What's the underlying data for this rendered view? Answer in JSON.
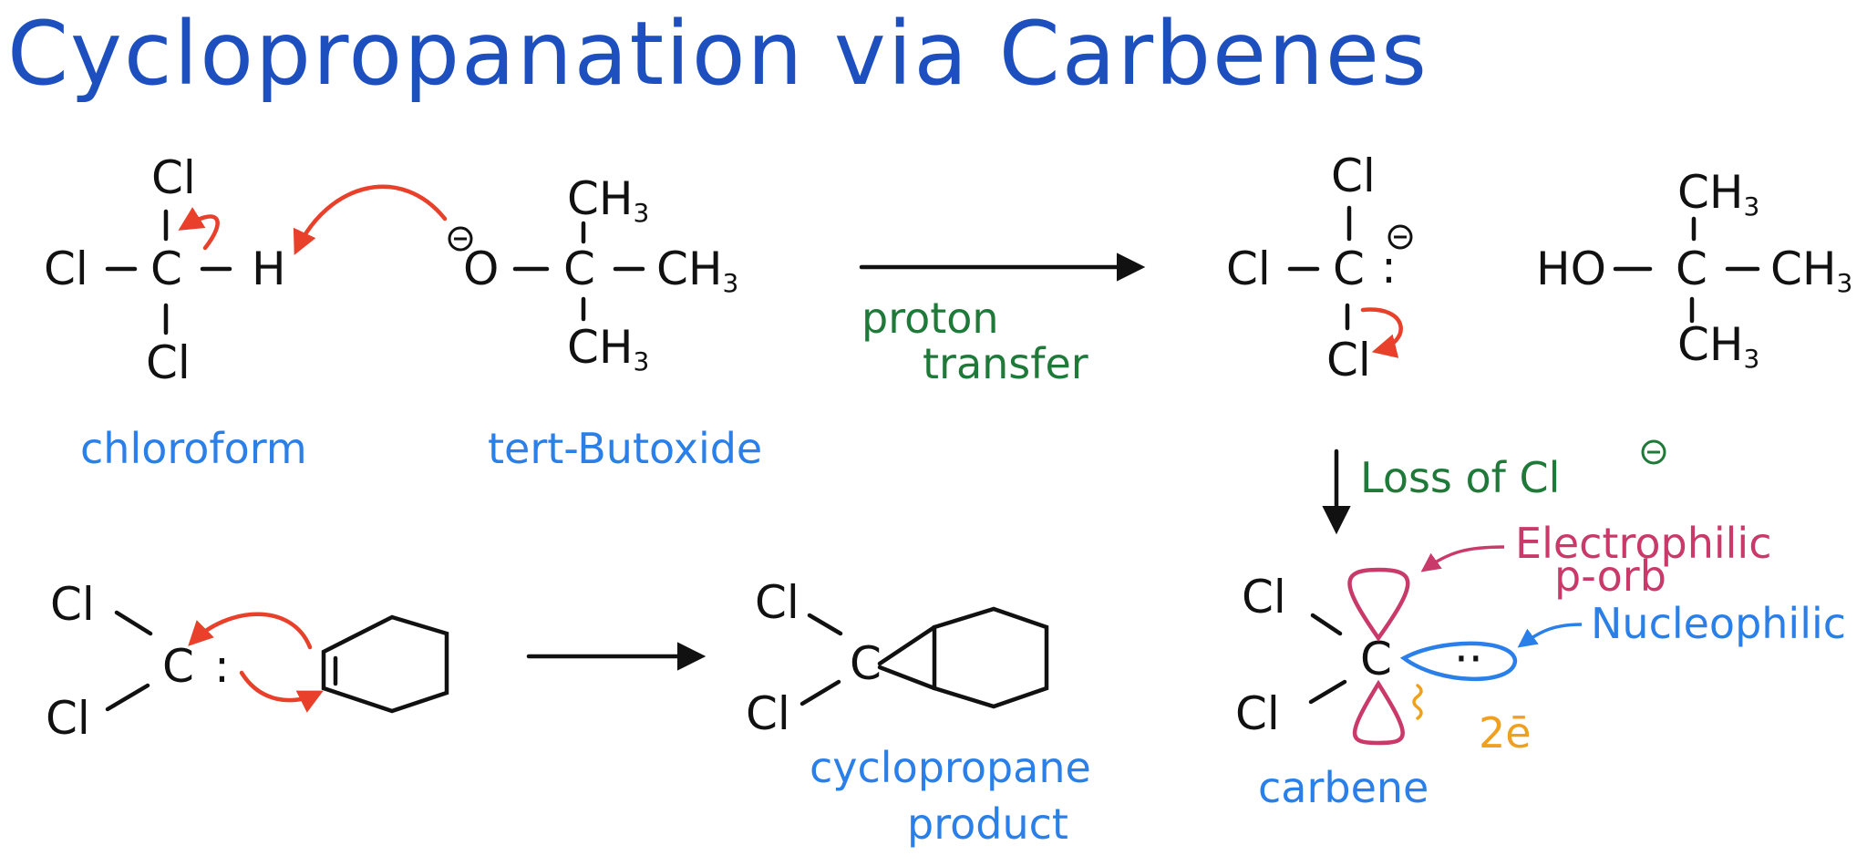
{
  "title": "Cyclopropanation via Carbenes",
  "colors": {
    "title": "#1d4fbf",
    "name_label": "#2a7fe8",
    "condition": "#1f7a3a",
    "electrophilic": "#c93a6b",
    "nucleophilic": "#2a7fe8",
    "electrons": "#f0a020",
    "arrow_red": "#e8402a",
    "ink": "#111111"
  },
  "atoms": {
    "cl": "Cl",
    "c": "C",
    "h": "H",
    "o": "O",
    "ch3": "CH",
    "ch3_sub": "3",
    "ho": "HO",
    "minus": "−",
    "lone_pair": ":",
    "dots": "··"
  },
  "labels": {
    "chloroform": "chloroform",
    "tert_butoxide": "tert-Butoxide",
    "proton_transfer_1": "proton",
    "proton_transfer_2": "transfer",
    "loss_of_cl": "Loss of Cl",
    "electrophilic_1": "Electrophilic",
    "electrophilic_2": "p-orb",
    "nucleophilic": "Nucleophilic",
    "electrons": "2ē",
    "carbene": "carbene",
    "cyclopropane_1": "cyclopropane",
    "cyclopropane_2": "product"
  }
}
